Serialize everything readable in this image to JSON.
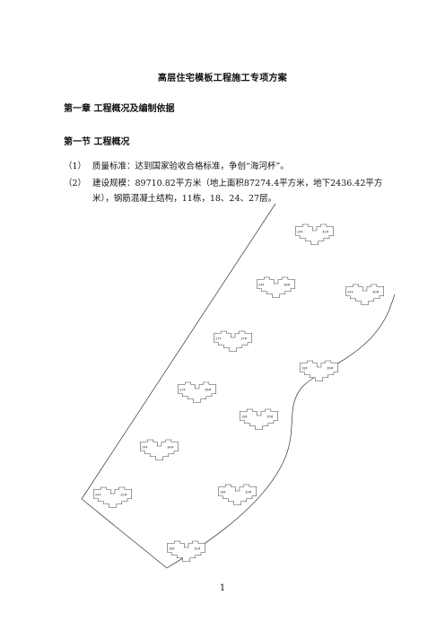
{
  "doc": {
    "title": "高层住宅模板工程施工专项方案",
    "chapter": "第一章 工程概况及编制依据",
    "section": "第一节 工程概况",
    "items": [
      {
        "num": "（1）",
        "lines": [
          "质量标准：达到国家验收合格标准，争创“海河杯”。"
        ]
      },
      {
        "num": "（2）",
        "lines": [
          "建设规模：89710.82平方米（地上面积87274.4平方米，地下2436.42平方",
          "米），钢筋混凝土结构，11栋，18、24、27层。"
        ]
      }
    ],
    "page_number": "1"
  },
  "site_plan": {
    "buildings": [
      {
        "left": "24F",
        "right": "41#"
      },
      {
        "left": "24F",
        "right": "38#"
      },
      {
        "left": "24F",
        "right": "40#"
      },
      {
        "left": "27F",
        "right": "37#"
      },
      {
        "left": "18F",
        "right": "39#"
      },
      {
        "left": "27F",
        "right": "36#"
      },
      {
        "left": "18F",
        "right": "35#"
      },
      {
        "left": "24F",
        "right": "34#"
      },
      {
        "left": "24F",
        "right": "32#"
      },
      {
        "left": "18F",
        "right": "33#"
      },
      {
        "left": "18F",
        "right": "31#"
      }
    ]
  }
}
